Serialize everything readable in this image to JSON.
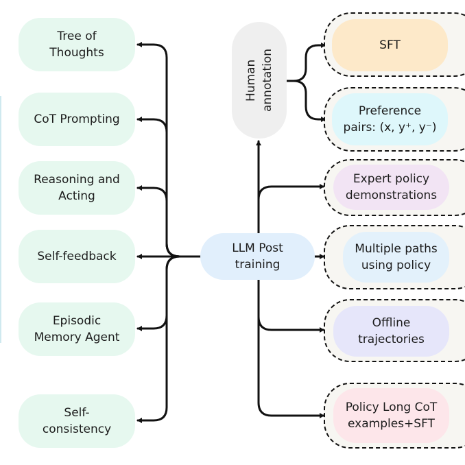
{
  "left_techniques": [
    {
      "id": "tree-of-thoughts",
      "label": "Tree of\nThoughts"
    },
    {
      "id": "cot-prompting",
      "label": "CoT Prompting"
    },
    {
      "id": "reasoning-and-acting",
      "label": "Reasoning and\nActing"
    },
    {
      "id": "self-feedback",
      "label": "Self-feedback"
    },
    {
      "id": "episodic-memory-agent",
      "label": "Episodic\nMemory Agent"
    },
    {
      "id": "self-consistency",
      "label": "Self-\nconsistency"
    }
  ],
  "center": {
    "label": "LLM Post\ntraining"
  },
  "human_annotation": {
    "label": "Human\nannotation"
  },
  "right_methods": [
    {
      "id": "sft",
      "label": "SFT",
      "color": "#fde9c9"
    },
    {
      "id": "preference-pairs",
      "label": "Preference\npairs: (x, y⁺, y⁻)",
      "color": "#def7fb"
    },
    {
      "id": "expert-policy-demonstrations",
      "label": "Expert policy\ndemonstrations",
      "color": "#f2e4f4"
    },
    {
      "id": "multiple-paths-using-policy",
      "label": "Multiple paths\nusing policy",
      "color": "#e3f1fb"
    },
    {
      "id": "offline-trajectories",
      "label": "Offline\ntrajectories",
      "color": "#e6e6fa"
    },
    {
      "id": "policy-long-cot-sft",
      "label": "Policy Long CoT\nexamples+SFT",
      "color": "#fde6ea"
    }
  ],
  "colors": {
    "technique_fill": "#e6f8ef",
    "center_fill": "#e1effc",
    "human_fill": "#efefef",
    "frame_fill": "#f7f6f2",
    "line": "#111111"
  }
}
